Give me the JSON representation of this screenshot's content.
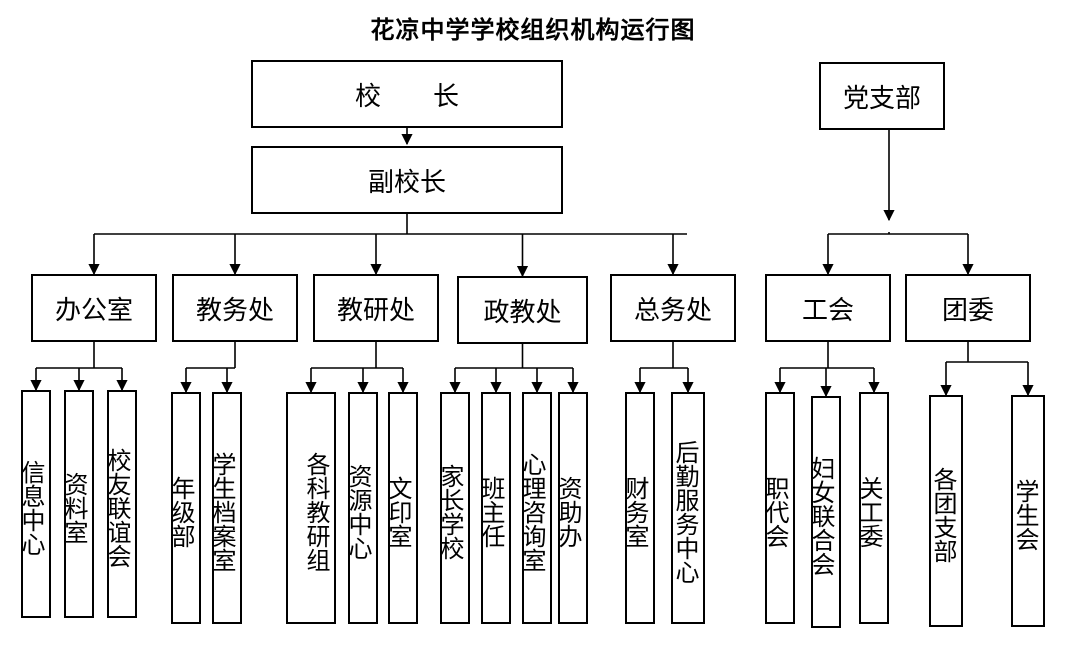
{
  "title": "花凉中学学校组织机构运行图",
  "top": {
    "principal": "校　　长",
    "vice_principal": "副校长",
    "party_branch": "党支部"
  },
  "departments": [
    {
      "id": "office",
      "label": "办公室",
      "children": [
        "信息中心",
        "资料室",
        "校友联谊会"
      ]
    },
    {
      "id": "academic",
      "label": "教务处",
      "children": [
        "年级部",
        "学生档案室"
      ]
    },
    {
      "id": "research",
      "label": "教研处",
      "children": [
        "各科教研组",
        "资源中心",
        "文印室"
      ]
    },
    {
      "id": "political",
      "label": "政教处",
      "children": [
        "家长学校",
        "班主任",
        "心理咨询室",
        "资助办"
      ]
    },
    {
      "id": "general",
      "label": "总务处",
      "children": [
        "财务室",
        "后勤服务中心"
      ]
    },
    {
      "id": "union",
      "label": "工会",
      "children": [
        "职代会",
        "妇女联合会",
        "关工委"
      ]
    },
    {
      "id": "league",
      "label": "团委",
      "children": [
        "各团支部",
        "学生会"
      ]
    }
  ]
}
